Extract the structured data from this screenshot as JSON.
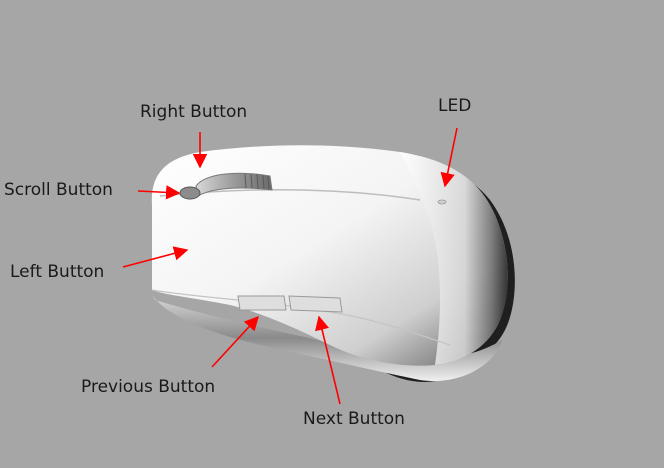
{
  "labels": {
    "right_button": "Right Button",
    "led": "LED",
    "scroll_button": "Scroll Button",
    "left_button": "Left Button",
    "previous_button": "Previous Button",
    "next_button": "Next Button"
  },
  "colors": {
    "background": "#a6a6a6",
    "arrow": "#ff0000",
    "mouse_body": "#f2f2f2",
    "mouse_shadow": "#2a2a2a"
  }
}
